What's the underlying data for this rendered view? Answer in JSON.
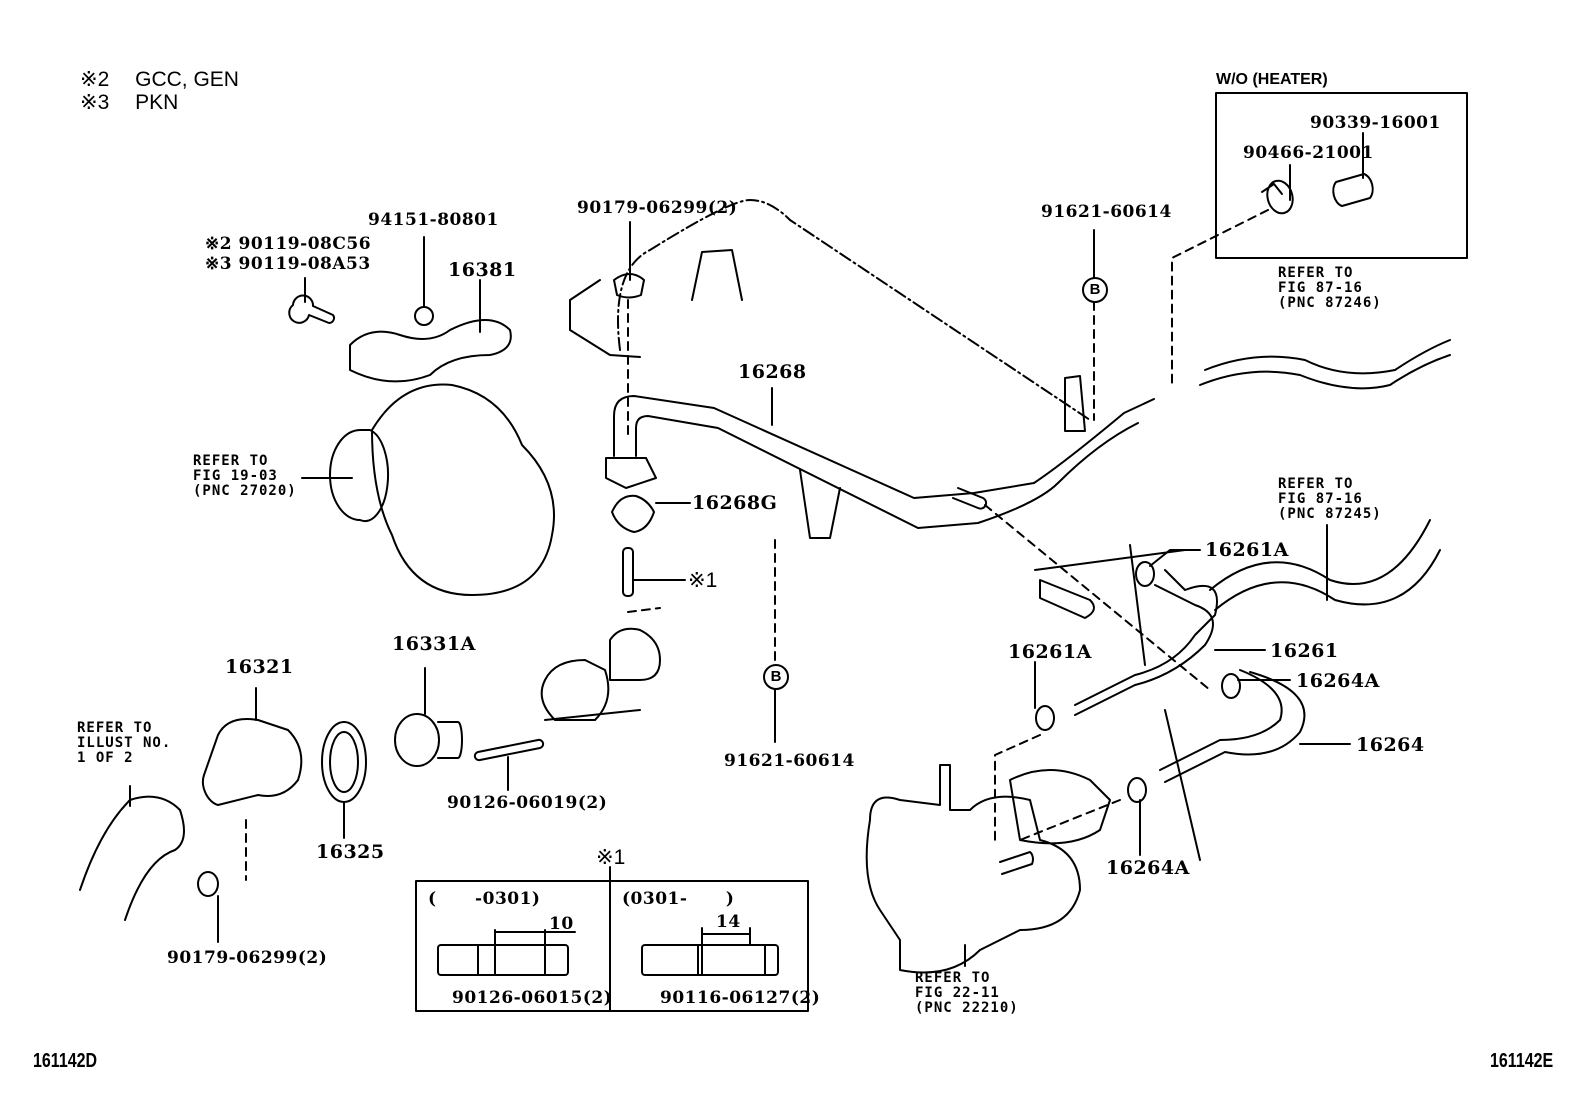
{
  "notes": [
    {
      "mark": "※2",
      "text": "GCC, GEN"
    },
    {
      "mark": "※3",
      "text": "PKN"
    }
  ],
  "inset_heater": {
    "title": "W/O (HEATER)",
    "parts": [
      "90339-16001",
      "90466-21001"
    ]
  },
  "labels": {
    "bolt_2": "※2 90119-08C56",
    "bolt_3": "※3 90119-08A53",
    "nut": "94151-80801",
    "bracket": "16381",
    "plug_top": "90179-06299(2)",
    "pipe": "16268",
    "gasket": "16268G",
    "stud_note": "※1",
    "bolt_b_top": "91621-60614",
    "bolt_b_bottom": "91621-60614",
    "inlet": "16321",
    "thermostat": "16331A",
    "thermostat_gasket": "16325",
    "stud": "90126-06019(2)",
    "plug_bottom": "90179-06299(2)",
    "clamp_a_top": "16261A",
    "clamp_a_left": "16261A",
    "hose_16261": "16261",
    "clamp_b_right": "16264A",
    "hose_16264": "16264",
    "clamp_b_bottom": "16264A",
    "circle_b": "B"
  },
  "refer": {
    "alternator": "REFER TO\nFIG 19-03\n(PNC 27020)",
    "hose_upper": "REFER TO\nFIG 87-16\n(PNC 87246)",
    "hose_lower": "REFER TO\nFIG 87-16\n(PNC 87245)",
    "radiator_hose": "REFER TO\nILLUST NO.\n1 OF 2",
    "pump": "REFER TO\nFIG 22-11\n(PNC 22210)"
  },
  "stud_inset": {
    "title": "※1",
    "left": {
      "range": "(      -0301)",
      "dimension": "10",
      "part": "90126-06015(2)"
    },
    "right": {
      "range": "(0301-      )",
      "dimension": "14",
      "part": "90116-06127(2)"
    }
  },
  "codes": {
    "left": "161142D",
    "right": "161142E"
  }
}
